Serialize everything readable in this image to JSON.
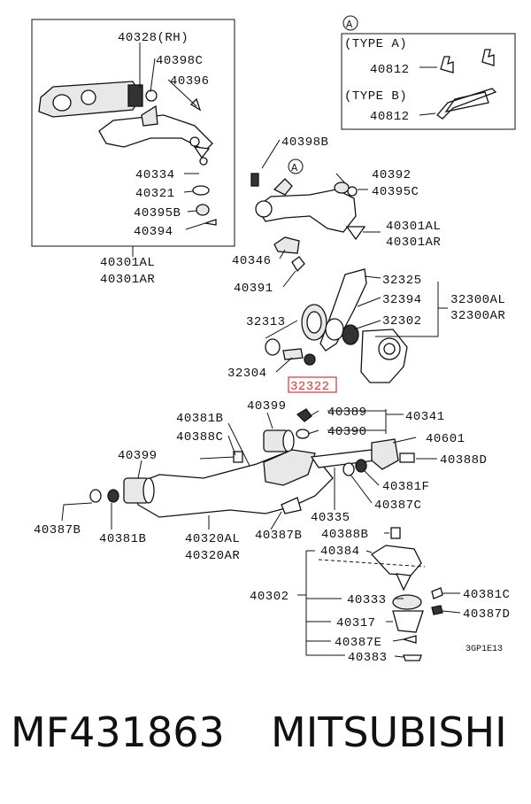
{
  "labels": {
    "p40328rh": "40328(RH)",
    "p40398c": "40398C",
    "p40396": "40396",
    "p40334": "40334",
    "p40321": "40321",
    "p40395b": "40395B",
    "p40394": "40394",
    "p40301al_a": "40301AL",
    "p40301ar_a": "40301AR",
    "typeA_marker": "A",
    "typeA": "(TYPE A)",
    "p40812_a": "40812",
    "typeB": "(TYPE B)",
    "p40812_b": "40812",
    "p40398b": "40398B",
    "callout_a": "A",
    "p40392": "40392",
    "p40395c": "40395C",
    "p40301al_b": "40301AL",
    "p40301ar_b": "40301AR",
    "p40346": "40346",
    "p40391": "40391",
    "p32325": "32325",
    "p32394": "32394",
    "p32302": "32302",
    "p32300al": "32300AL",
    "p32300ar": "32300AR",
    "p32313": "32313",
    "p32304": "32304",
    "p32322": "32322",
    "p40381b_top": "40381B",
    "p40399_top": "40399",
    "p40389": "40389",
    "p40341": "40341",
    "p40388c": "40388C",
    "p40390": "40390",
    "p40601": "40601",
    "p40399_left": "40399",
    "p40388d": "40388D",
    "p40381f": "40381F",
    "p40387c": "40387C",
    "p40335": "40335",
    "p40387b_left": "40387B",
    "p40381b_bottom": "40381B",
    "p40320al": "40320AL",
    "p40320ar": "40320AR",
    "p40387b_mid": "40387B",
    "p40388b": "40388B",
    "p40384": "40384",
    "p40302": "40302",
    "p40333": "40333",
    "p40381c": "40381C",
    "p40387d": "40387D",
    "p40317": "40317",
    "p40387e": "40387E",
    "p40383": "40383",
    "diagram_code": "3GP1E13"
  },
  "footer": {
    "part_number": "MF431863",
    "brand": "MITSUBISHI"
  },
  "colors": {
    "highlight": "#e03030",
    "ink": "#111111"
  }
}
